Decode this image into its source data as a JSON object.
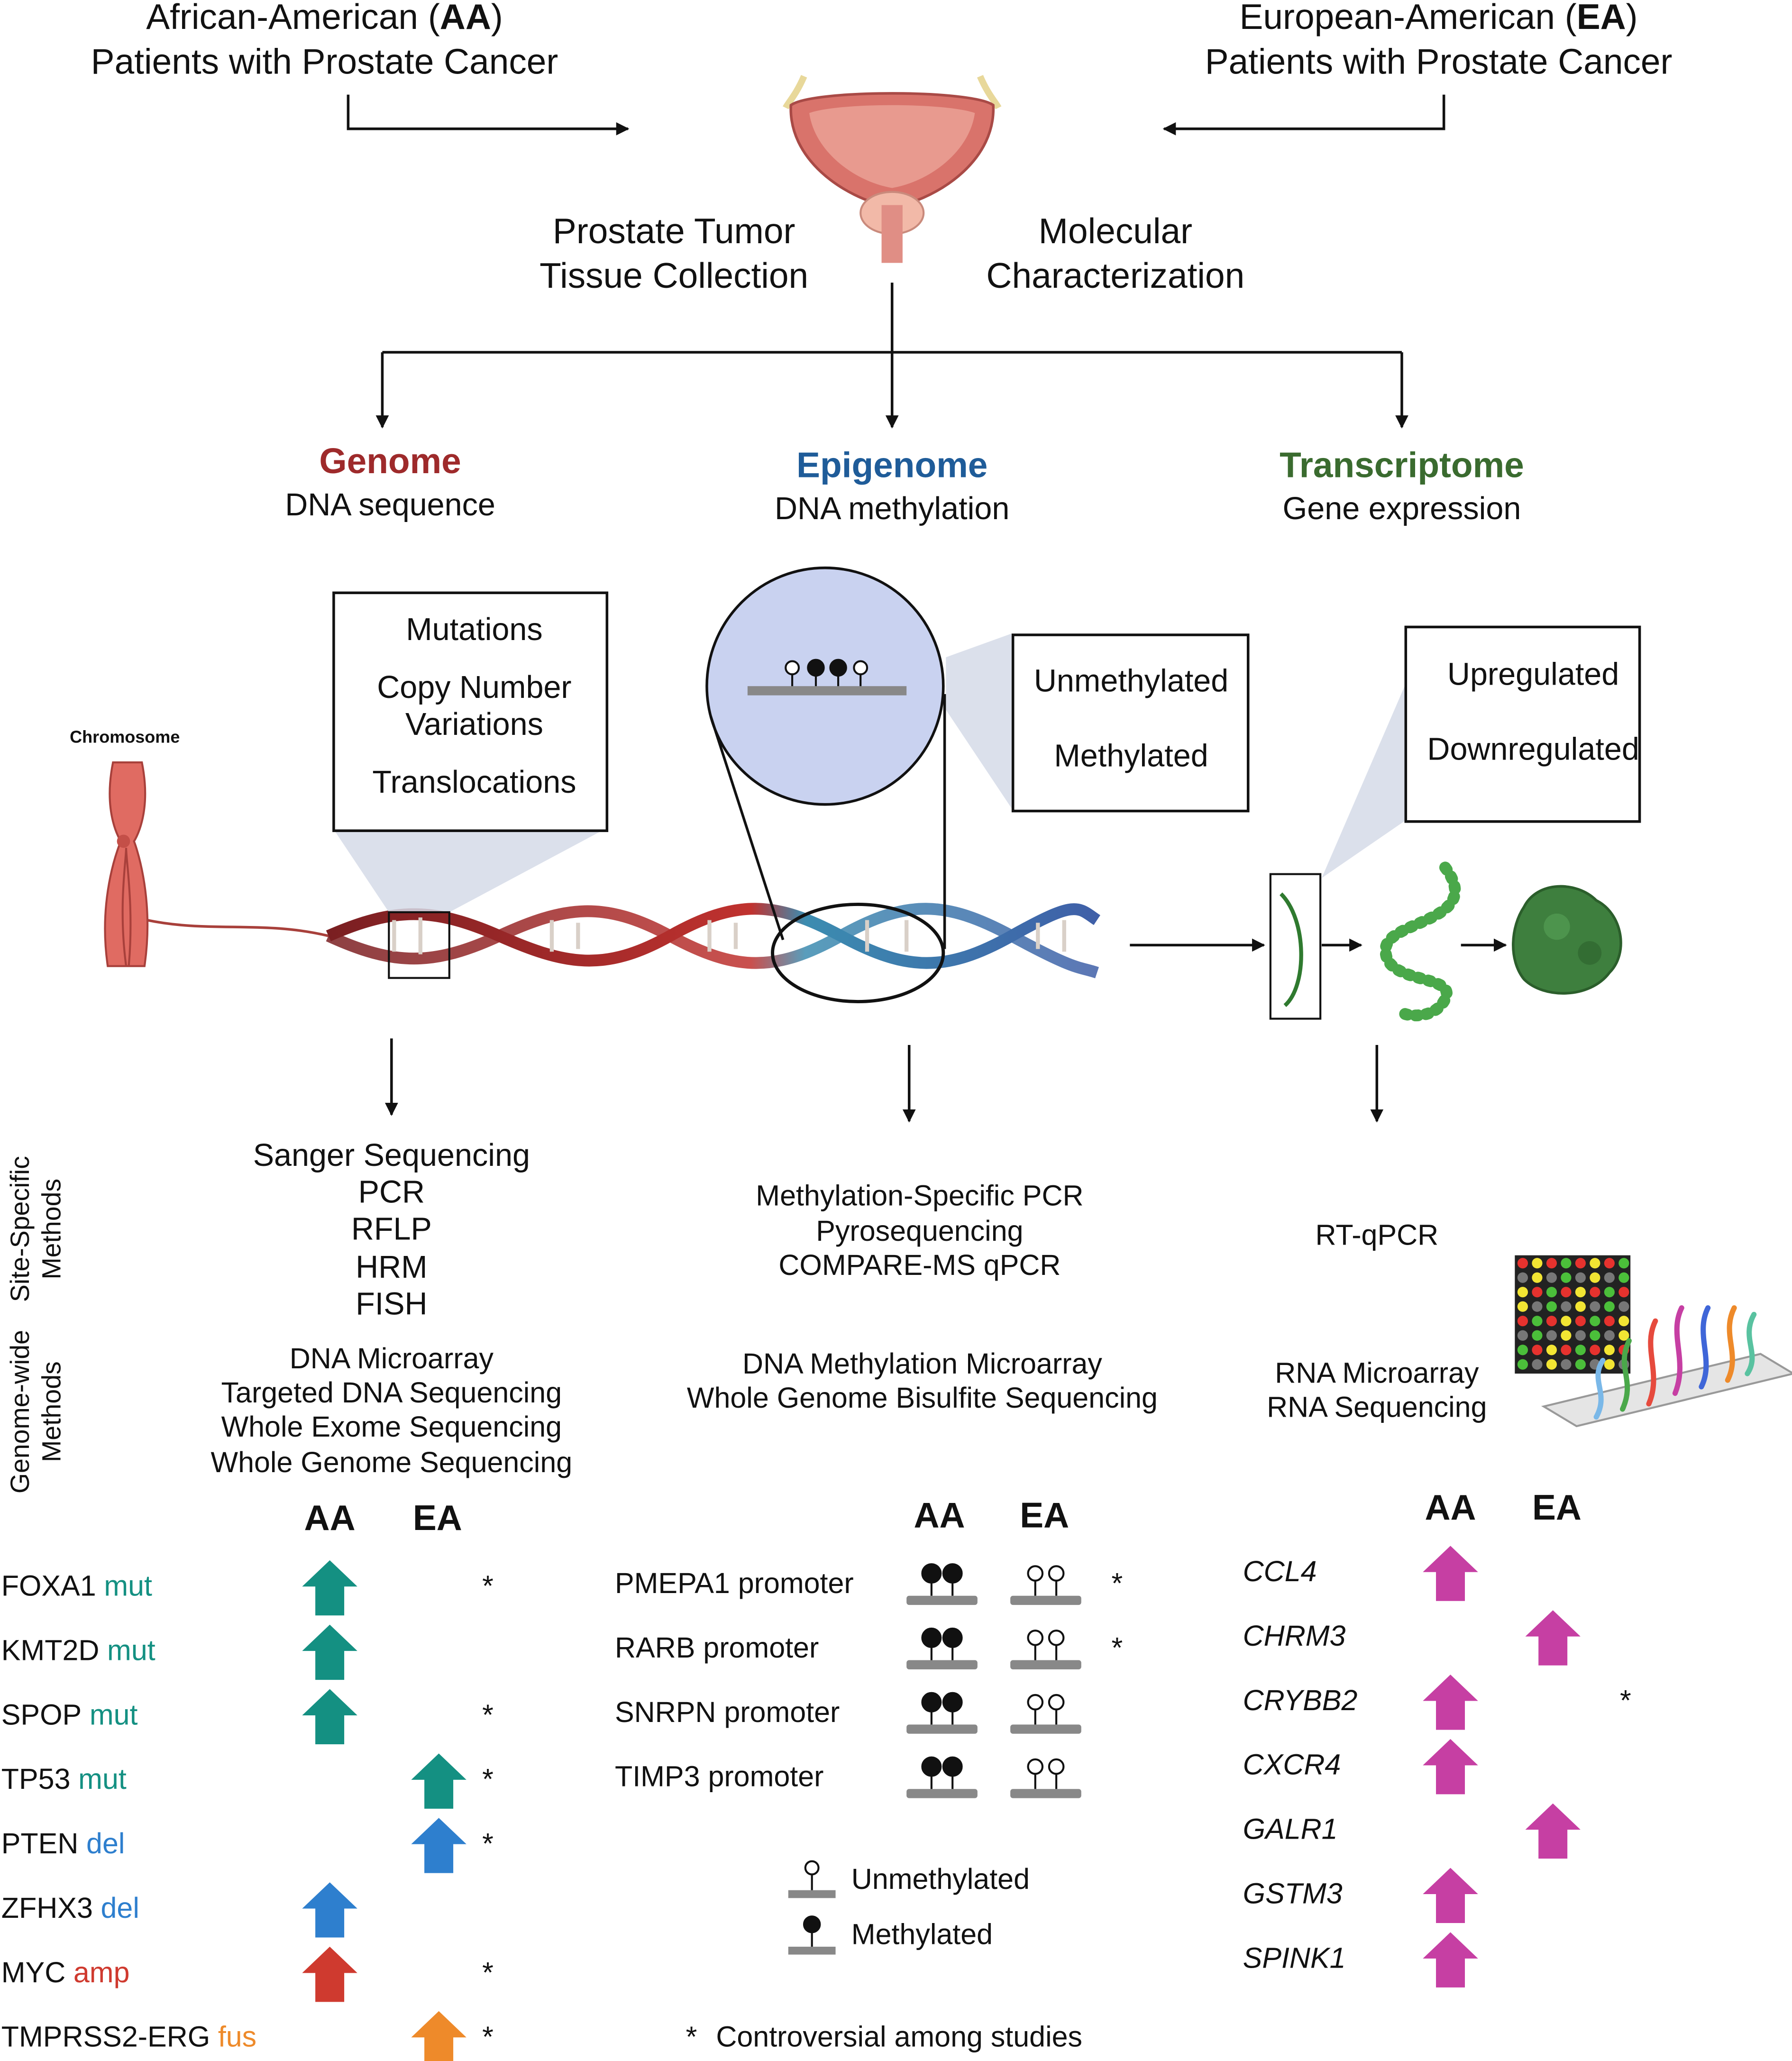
{
  "top": {
    "aa_title_prefix": "African-American (",
    "aa_abbr": "AA",
    "aa_title_suffix": ")",
    "aa_subtitle": "Patients with Prostate Cancer",
    "ea_title_prefix": "European-American (",
    "ea_abbr": "EA",
    "ea_title_suffix": ")",
    "ea_subtitle": "Patients with Prostate Cancer",
    "tissue_line1": "Prostate Tumor",
    "tissue_line2": "Tissue Collection",
    "molecular_line1": "Molecular",
    "molecular_line2": "Characterization"
  },
  "branches": {
    "genome": {
      "title": "Genome",
      "subtitle": "DNA sequence",
      "color": "#9e2a2b"
    },
    "epigenome": {
      "title": "Epigenome",
      "subtitle": "DNA methylation",
      "color": "#1f5c99"
    },
    "transcriptome": {
      "title": "Transcriptome",
      "subtitle": "Gene expression",
      "color": "#3a6b2f"
    }
  },
  "chromosome_label": "Chromosome",
  "genome_box": {
    "line1": "Mutations",
    "line2": "Copy Number",
    "line3": "Variations",
    "line4": "Translocations"
  },
  "epigenome_box": {
    "line1": "Unmethylated",
    "line2": "Methylated"
  },
  "transcriptome_box": {
    "line1": "Upregulated",
    "line2": "Downregulated"
  },
  "side_labels": {
    "site_specific": "Site-Specific Methods",
    "genome_wide": "Genome-wide Methods"
  },
  "methods": {
    "genome_site": [
      "Sanger Sequencing",
      "PCR",
      "RFLP",
      "HRM",
      "FISH"
    ],
    "genome_wide": [
      "DNA Microarray",
      "Targeted DNA Sequencing",
      "Whole Exome Sequencing",
      "Whole Genome Sequencing"
    ],
    "epi_site": [
      "Methylation-Specific PCR",
      "Pyrosequencing",
      "COMPARE-MS qPCR"
    ],
    "epi_wide": [
      "DNA Methylation Microarray",
      "Whole Genome Bisulfite Sequencing"
    ],
    "trans_site": [
      "RT-qPCR"
    ],
    "trans_wide": [
      "RNA Microarray",
      "RNA Sequencing"
    ]
  },
  "col_headers": {
    "aa": "AA",
    "ea": "EA"
  },
  "genome_findings": [
    {
      "gene": "FOXA1",
      "type": "mut",
      "group": "AA",
      "controversial": true,
      "color": "#149082"
    },
    {
      "gene": "KMT2D",
      "type": "mut",
      "group": "AA",
      "controversial": false,
      "color": "#149082"
    },
    {
      "gene": "SPOP",
      "type": "mut",
      "group": "AA",
      "controversial": true,
      "color": "#149082"
    },
    {
      "gene": "TP53",
      "type": "mut",
      "group": "EA",
      "controversial": true,
      "color": "#149082"
    },
    {
      "gene": "PTEN",
      "type": "del",
      "group": "EA",
      "controversial": true,
      "color": "#2e7fce"
    },
    {
      "gene": "ZFHX3",
      "type": "del",
      "group": "AA",
      "controversial": false,
      "color": "#2e7fce"
    },
    {
      "gene": "MYC",
      "type": "amp",
      "group": "AA",
      "controversial": true,
      "color": "#cf3a2f"
    },
    {
      "gene": "TMPRSS2-ERG",
      "type": "fus",
      "group": "EA",
      "controversial": true,
      "color": "#ee8a2a"
    }
  ],
  "epigenome_findings": [
    {
      "label": "PMEPA1 promoter",
      "controversial": true
    },
    {
      "label": "RARB promoter",
      "controversial": true
    },
    {
      "label": "SNRPN promoter",
      "controversial": false
    },
    {
      "label": "TIMP3 promoter",
      "controversial": false
    }
  ],
  "methylation_legend": {
    "unmethylated": "Unmethylated",
    "methylated": "Methylated"
  },
  "transcriptome_findings": [
    {
      "gene": "CCL4",
      "group": "AA",
      "controversial": false
    },
    {
      "gene": "CHRM3",
      "group": "EA",
      "controversial": false
    },
    {
      "gene": "CRYBB2",
      "group": "AA",
      "controversial": true
    },
    {
      "gene": "CXCR4",
      "group": "AA",
      "controversial": false
    },
    {
      "gene": "GALR1",
      "group": "EA",
      "controversial": false
    },
    {
      "gene": "GSTM3",
      "group": "AA",
      "controversial": false
    },
    {
      "gene": "SPINK1",
      "group": "AA",
      "controversial": false
    }
  ],
  "footnote": {
    "symbol": "*",
    "text": "Controversial among studies"
  },
  "colors": {
    "transcriptome_arrow": "#c63fa3",
    "dna_red": "#b8312f",
    "dna_blue": "#3c8cb0",
    "tissue_green": "#3f8f3f"
  }
}
